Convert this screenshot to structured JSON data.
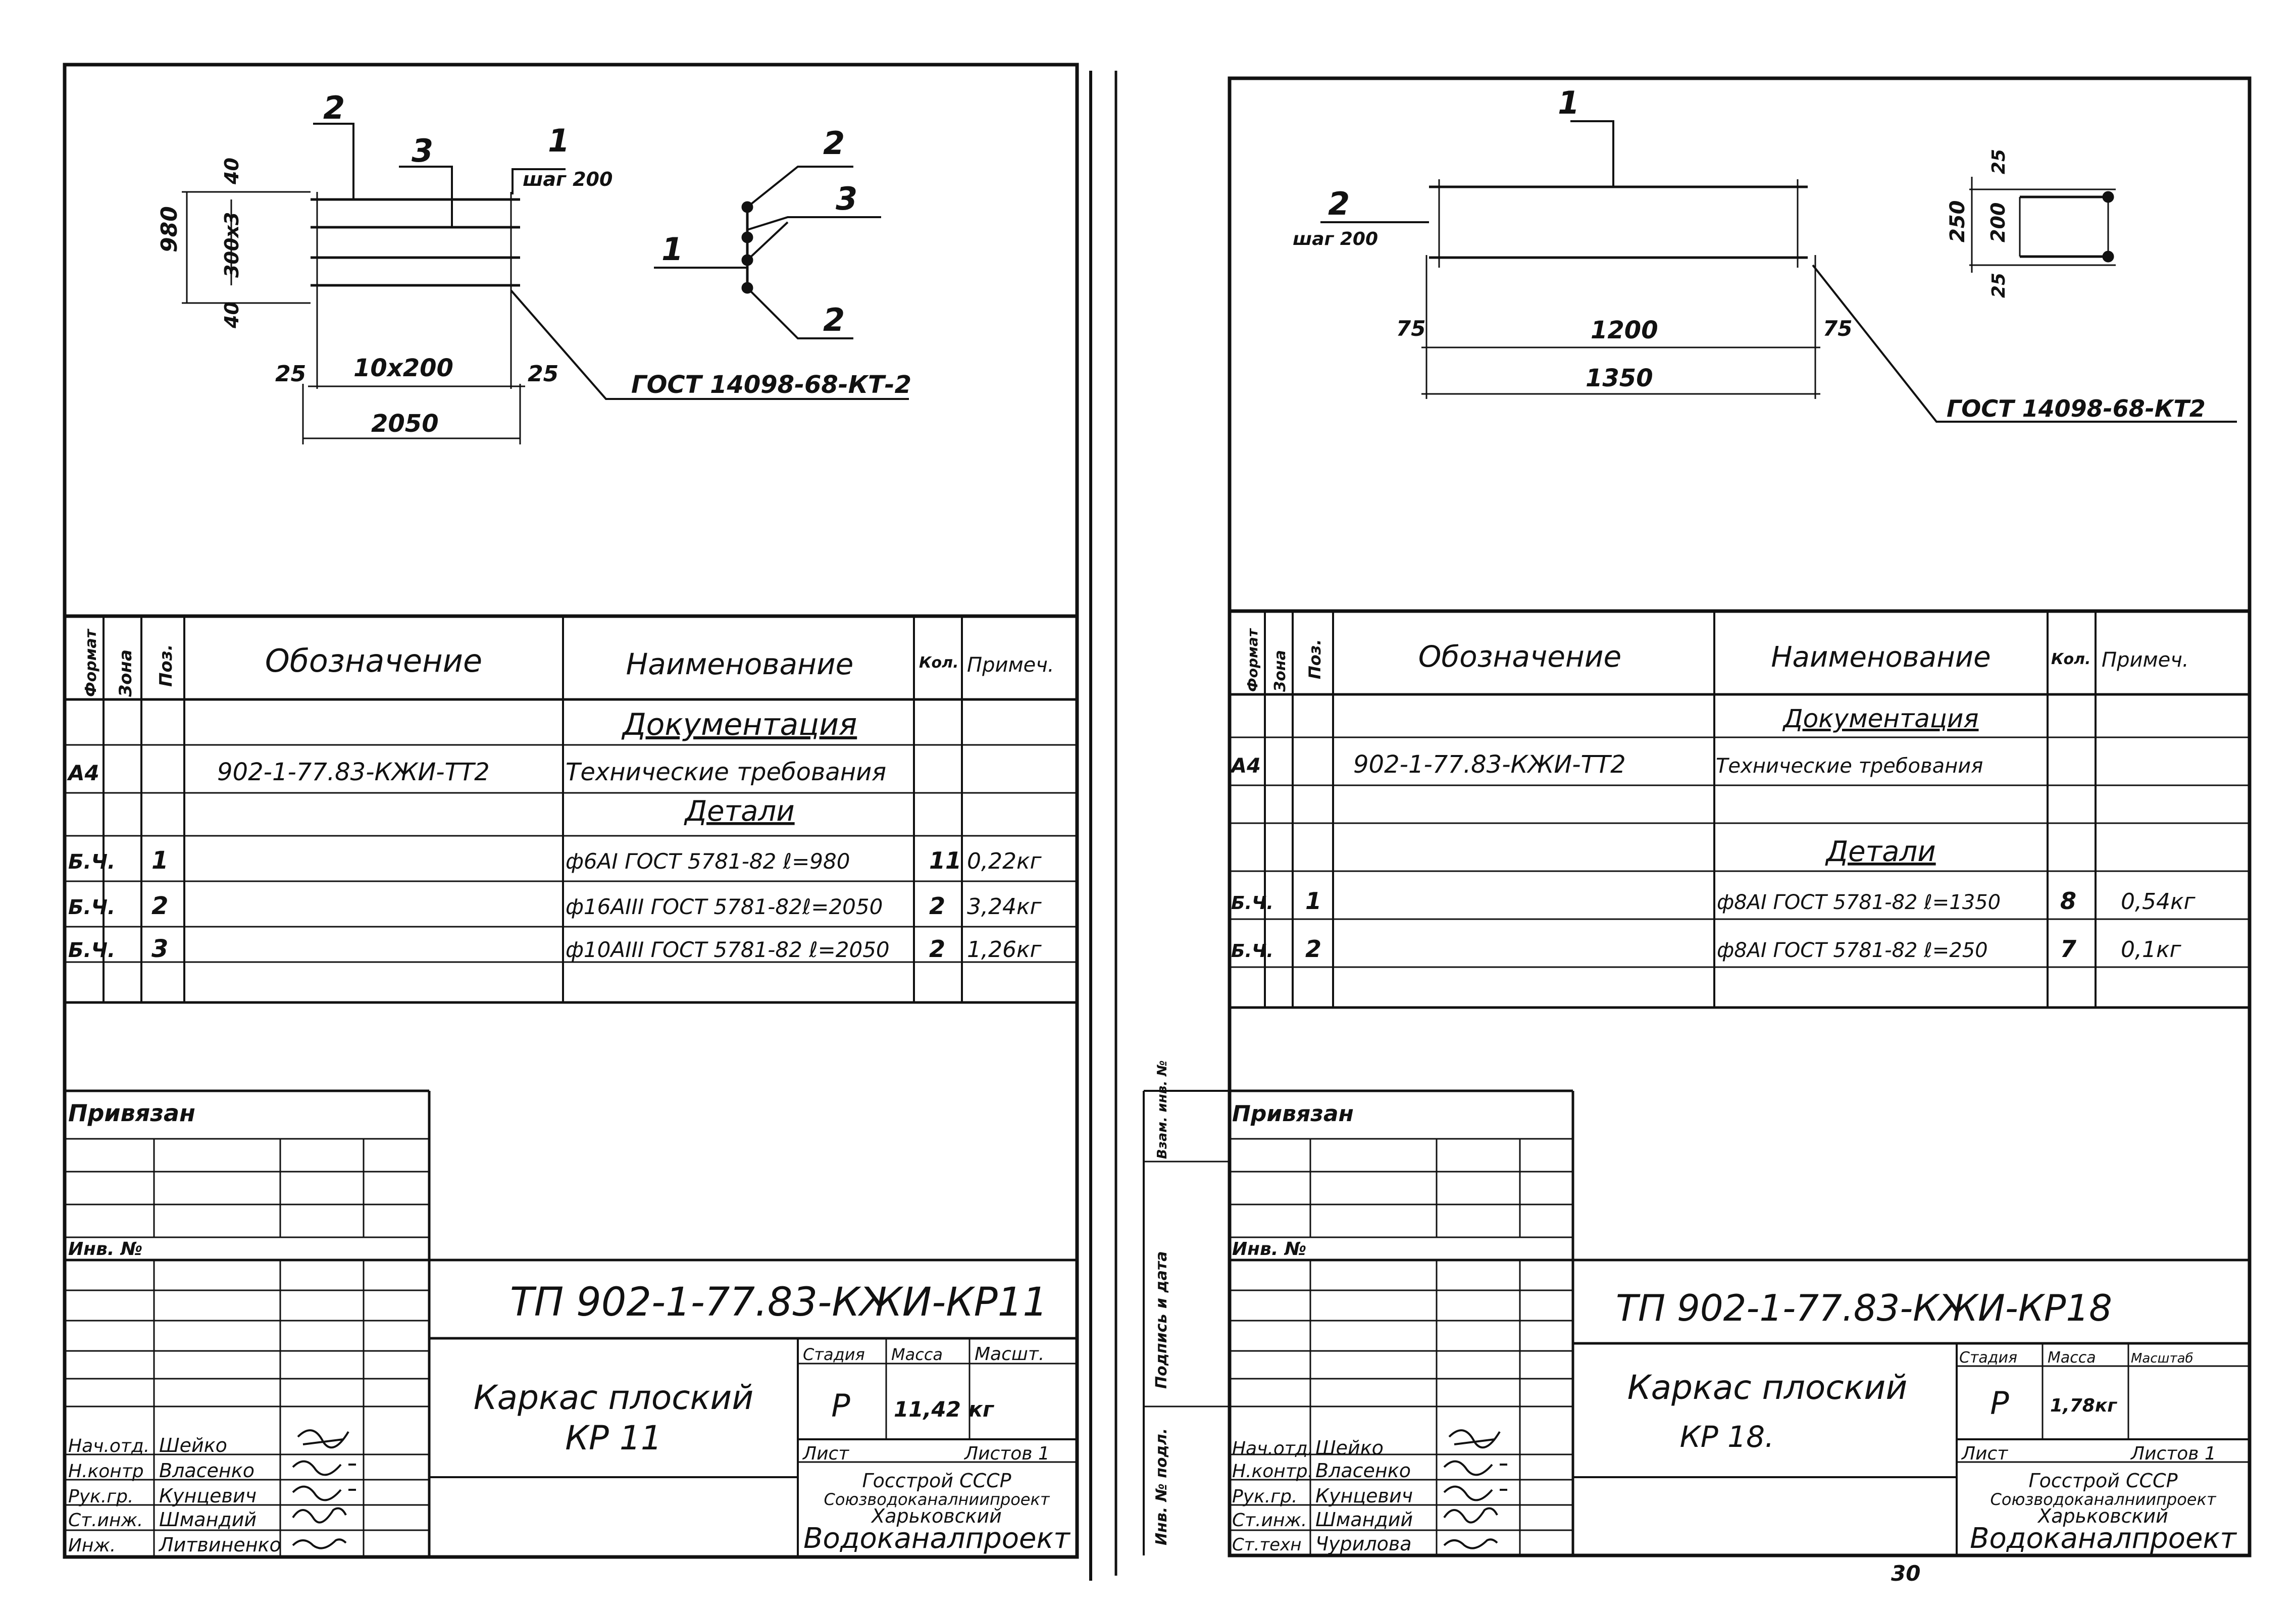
{
  "left": {
    "drawing": {
      "pos1": "1",
      "pos2": "2",
      "pos3": "3",
      "step": "шаг 200",
      "dim_total_h": "980",
      "dim_top": "40",
      "dim_mid": "300x3",
      "dim_bot": "40",
      "dim_left": "25",
      "dim_span": "10x200",
      "dim_right": "25",
      "dim_total_w": "2050",
      "gost": "ГОСТ 14098-68-КТ-2",
      "sec_pos1": "1",
      "sec_pos2a": "2",
      "sec_pos3": "3",
      "sec_pos2b": "2"
    },
    "spec": {
      "headers": {
        "format": "Формат",
        "zone": "Зона",
        "pos": "Поз.",
        "designation": "Обозначение",
        "name": "Наименование",
        "qty": "Кол.",
        "note": "Примеч."
      },
      "section_docs": "Документация",
      "doc_row": {
        "format": "А4",
        "designation": "902-1-77.83-КЖИ-ТТ2",
        "name": "Технические требования"
      },
      "section_parts": "Детали",
      "rows": [
        {
          "format": "Б.Ч.",
          "pos": "1",
          "name": "ф6AI ГОСТ 5781-82 ℓ=980",
          "qty": "11",
          "note": "0,22кг"
        },
        {
          "format": "Б.Ч.",
          "pos": "2",
          "name": "ф16AIII ГОСТ 5781-82ℓ=2050",
          "qty": "2",
          "note": "3,24кг"
        },
        {
          "format": "Б.Ч.",
          "pos": "3",
          "name": "ф10AIII ГОСТ 5781-82 ℓ=2050",
          "qty": "2",
          "note": "1,26кг"
        }
      ]
    },
    "stamp": {
      "attached": "Привязан",
      "inv": "Инв. №",
      "code": "ТП 902-1-77.83-КЖИ-КР11",
      "title_line1": "Каркас плоский",
      "title_line2": "КР 11",
      "stage_h": "Стадия",
      "mass_h": "Масса",
      "scale_h": "Масшт.",
      "stage": "Р",
      "mass": "11,42 кг",
      "sheet": "Лист",
      "sheets": "Листов 1",
      "org1": "Госстрой СССР",
      "org2": "Союзводоканалниипроект",
      "org3": "Харьковский",
      "org4": "Водоканалпроект",
      "signers": [
        {
          "role": "Нач.отд.",
          "name": "Шейко"
        },
        {
          "role": "Н.контр",
          "name": "Власенко"
        },
        {
          "role": "Рук.гр.",
          "name": "Кунцевич"
        },
        {
          "role": "Ст.инж.",
          "name": "Шмандий"
        },
        {
          "role": "Инж.",
          "name": "Литвиненко"
        }
      ]
    }
  },
  "right": {
    "drawing": {
      "pos1": "1",
      "pos2": "2",
      "step": "шаг 200",
      "dim_left": "75",
      "dim_span": "1200",
      "dim_right": "75",
      "dim_total_w": "1350",
      "dim_total_h": "250",
      "dim_top": "25",
      "dim_mid": "200",
      "dim_bot": "25",
      "gost": "ГОСТ 14098-68-КТ2"
    },
    "spec": {
      "headers": {
        "format": "Формат",
        "zone": "Зона",
        "pos": "Поз.",
        "designation": "Обозначение",
        "name": "Наименование",
        "qty": "Кол.",
        "note": "Примеч."
      },
      "section_docs": "Документация",
      "doc_row": {
        "format": "А4",
        "designation": "902-1-77.83-КЖИ-ТТ2",
        "name": "Технические требования"
      },
      "section_parts": "Детали",
      "rows": [
        {
          "format": "Б.Ч.",
          "pos": "1",
          "name": "ф8AI ГОСТ 5781-82 ℓ=1350",
          "qty": "8",
          "note": "0,54кг"
        },
        {
          "format": "Б.Ч.",
          "pos": "2",
          "name": "ф8AI ГОСТ 5781-82 ℓ=250",
          "qty": "7",
          "note": "0,1кг"
        }
      ]
    },
    "stamp": {
      "attached": "Привязан",
      "inv": "Инв. №",
      "side1": "Инв. № подл.",
      "side2": "Подпись и дата",
      "side3": "Взам. инв. №",
      "code": "ТП 902-1-77.83-КЖИ-КР18",
      "title_line1": "Каркас плоский",
      "title_line2": "КР 18.",
      "stage_h": "Стадия",
      "mass_h": "Масса",
      "scale_h": "Масштаб",
      "stage": "Р",
      "mass": "1,78кг",
      "sheet": "Лист",
      "sheets": "Листов 1",
      "org1": "Госстрой СССР",
      "org2": "Союзводоканалниипроект",
      "org3": "Харьковский",
      "org4": "Водоканалпроект",
      "signers": [
        {
          "role": "Нач.отд.",
          "name": "Шейко"
        },
        {
          "role": "Н.контр.",
          "name": "Власенко"
        },
        {
          "role": "Рук.гр.",
          "name": "Кунцевич"
        },
        {
          "role": "Ст.инж.",
          "name": "Шмандий"
        },
        {
          "role": "Ст.техн",
          "name": "Чурилова"
        }
      ]
    },
    "page_no": "30"
  }
}
